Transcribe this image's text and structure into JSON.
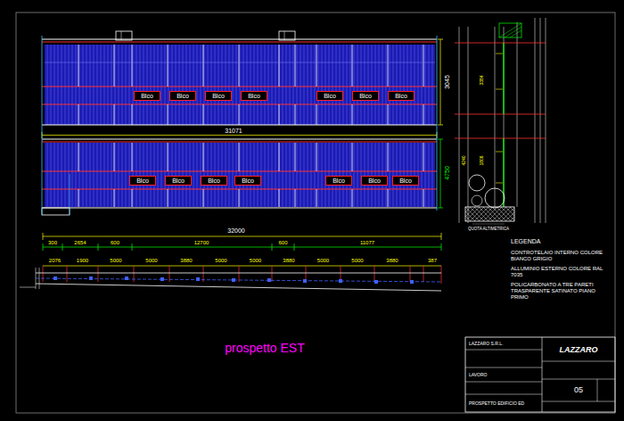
{
  "diagram": {
    "title": "prospetto EST",
    "nodes": [
      {
        "text": [
          "Blco"
        ]
      },
      {
        "text": [
          "Blco"
        ]
      },
      {
        "text": [
          "Blco"
        ]
      },
      {
        "text": [
          "Blco"
        ]
      },
      {
        "text": [
          "Blco"
        ]
      },
      {
        "text": [
          "Blco"
        ]
      },
      {
        "text": [
          "Blco"
        ]
      },
      {
        "text": [
          "Blco"
        ]
      },
      {
        "text": [
          "Blco"
        ]
      },
      {
        "text": [
          "Blco"
        ]
      },
      {
        "text": [
          "Blco"
        ]
      },
      {
        "text": [
          "Blco"
        ]
      },
      {
        "text": [
          "Blco"
        ]
      },
      {
        "text": [
          "Blco"
        ]
      }
    ],
    "labels": [
      "31071",
      "3045",
      "4750",
      "32000",
      "300",
      "2654",
      "600",
      "12700",
      "600",
      "11077",
      "2076",
      "1900",
      "5000",
      "5000",
      "3880",
      "5000",
      "5000",
      "3880",
      "5000",
      "5000",
      "3880",
      "387",
      "LEGENDA",
      "CONTROTELAIO INTERNO COLORE BIANCO GRIGIO",
      "ALLUMINIO ESTERNO COLORE RAL 7035",
      "POLICARBONATO A TRE PARETI TRASPARENTE SATINATO PIANO PRIMO",
      "3384",
      "1806",
      "4240",
      "QUOTA ALTIMETRICA",
      "LAZZARO S.R.L.",
      "LAVORO",
      "PROSPETTO EDIFICIO ED",
      "05",
      "LAZZARO"
    ]
  }
}
